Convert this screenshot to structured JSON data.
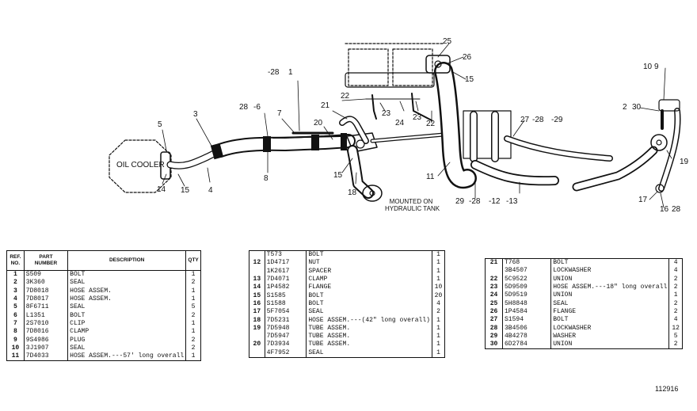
{
  "diagram": {
    "callouts": [
      {
        "id": "c5",
        "text": "5"
      },
      {
        "id": "c3",
        "text": "3"
      },
      {
        "id": "c14",
        "text": "14"
      },
      {
        "id": "c15a",
        "text": "15"
      },
      {
        "id": "c4",
        "text": "4"
      },
      {
        "id": "c28a",
        "text": "28"
      },
      {
        "id": "c6",
        "text": "-6"
      },
      {
        "id": "c8",
        "text": "8"
      },
      {
        "id": "c28b",
        "text": "-28"
      },
      {
        "id": "c1",
        "text": "1"
      },
      {
        "id": "c7",
        "text": "7"
      },
      {
        "id": "c20",
        "text": "20"
      },
      {
        "id": "c21",
        "text": "21"
      },
      {
        "id": "c22a",
        "text": "22"
      },
      {
        "id": "c15b",
        "text": "15"
      },
      {
        "id": "c18",
        "text": "18"
      },
      {
        "id": "c23a",
        "text": "23"
      },
      {
        "id": "c24",
        "text": "24"
      },
      {
        "id": "c23b",
        "text": "23"
      },
      {
        "id": "c22b",
        "text": "22"
      },
      {
        "id": "c25",
        "text": "25"
      },
      {
        "id": "c26",
        "text": "26"
      },
      {
        "id": "c15c",
        "text": "15"
      },
      {
        "id": "c11",
        "text": "11"
      },
      {
        "id": "c27",
        "text": "27"
      },
      {
        "id": "c28c",
        "text": "-28"
      },
      {
        "id": "c29a",
        "text": "-29"
      },
      {
        "id": "c29b",
        "text": "29"
      },
      {
        "id": "c28d",
        "text": "-28"
      },
      {
        "id": "c12",
        "text": "-12"
      },
      {
        "id": "c13",
        "text": "-13"
      },
      {
        "id": "c10",
        "text": "10"
      },
      {
        "id": "c9",
        "text": "9"
      },
      {
        "id": "c2",
        "text": "2"
      },
      {
        "id": "c30",
        "text": "30"
      },
      {
        "id": "c19",
        "text": "19"
      },
      {
        "id": "c17",
        "text": "17"
      },
      {
        "id": "c16",
        "text": "16"
      },
      {
        "id": "c28e",
        "text": "28"
      }
    ],
    "oil_cooler_label": "OIL COOLER",
    "mounted_label_1": "MOUNTED ON",
    "mounted_label_2": "HYDRAULIC TANK",
    "figure_number": "112916"
  },
  "tables": {
    "header": {
      "ref_1": "REF.",
      "ref_2": "NO.",
      "part_1": "PART",
      "part_2": "NUMBER",
      "description": "DESCRIPTION",
      "qty": "QTY"
    },
    "table1": [
      {
        "ref": "1",
        "part": "S509",
        "desc": "BOLT",
        "qty": "1"
      },
      {
        "ref": "2",
        "part": "3K360",
        "desc": "SEAL",
        "qty": "2"
      },
      {
        "ref": "3",
        "part": "7D8018",
        "desc": "HOSE ASSEM.",
        "qty": "1"
      },
      {
        "ref": "4",
        "part": "7D8017",
        "desc": "HOSE ASSEM.",
        "qty": "1"
      },
      {
        "ref": "5",
        "part": "8F6711",
        "desc": "SEAL",
        "qty": "5"
      },
      {
        "ref": "6",
        "part": "L1351",
        "desc": "BOLT",
        "qty": "2"
      },
      {
        "ref": "7",
        "part": "2S7010",
        "desc": "CLIP",
        "qty": "1"
      },
      {
        "ref": "8",
        "part": "7D8016",
        "desc": "CLAMP",
        "qty": "1"
      },
      {
        "ref": "9",
        "part": "9S4986",
        "desc": "PLUG",
        "qty": "2"
      },
      {
        "ref": "10",
        "part": "3J1907",
        "desc": "SEAL",
        "qty": "2"
      },
      {
        "ref": "11",
        "part": "7D4033",
        "desc": "HOSE ASSEM.---57' long overall",
        "qty": "1"
      }
    ],
    "table2": [
      {
        "ref": "",
        "part": "T573",
        "desc": "BOLT",
        "qty": "1"
      },
      {
        "ref": "12",
        "part": "1D4717",
        "desc": "NUT",
        "qty": "1"
      },
      {
        "ref": "",
        "part": "1K2617",
        "desc": "SPACER",
        "qty": "1"
      },
      {
        "ref": "13",
        "part": "7D4071",
        "desc": "CLAMP",
        "qty": "1"
      },
      {
        "ref": "14",
        "part": "1P4582",
        "desc": "FLANGE",
        "qty": "10"
      },
      {
        "ref": "15",
        "part": "S1585",
        "desc": "BOLT",
        "qty": "20"
      },
      {
        "ref": "16",
        "part": "S1588",
        "desc": "BOLT",
        "qty": "4"
      },
      {
        "ref": "17",
        "part": "5F7054",
        "desc": "SEAL",
        "qty": "2"
      },
      {
        "ref": "18",
        "part": "7D5231",
        "desc": "HOSE ASSEM.---(42\" long overall)",
        "qty": "1"
      },
      {
        "ref": "19",
        "part": "7D5948",
        "desc": "TUBE ASSEM.",
        "qty": "1"
      },
      {
        "ref": "",
        "part": "7D5947",
        "desc": "TUBE ASSEM.",
        "qty": "1"
      },
      {
        "ref": "20",
        "part": "7D3934",
        "desc": "TUBE ASSEM.",
        "qty": "1"
      },
      {
        "ref": "",
        "part": "4F7952",
        "desc": "SEAL",
        "qty": "1"
      }
    ],
    "table3": [
      {
        "ref": "21",
        "part": "T768",
        "desc": "BOLT",
        "qty": "4"
      },
      {
        "ref": "",
        "part": "3B4507",
        "desc": "LOCKWASHER",
        "qty": "4"
      },
      {
        "ref": "22",
        "part": "5C9522",
        "desc": "UNION",
        "qty": "2"
      },
      {
        "ref": "23",
        "part": "5D9509",
        "desc": "HOSE ASSEM.---18\" long overall",
        "qty": "2"
      },
      {
        "ref": "24",
        "part": "5D9519",
        "desc": "UNION",
        "qty": "1"
      },
      {
        "ref": "25",
        "part": "5H8848",
        "desc": "SEAL",
        "qty": "2"
      },
      {
        "ref": "26",
        "part": "1P4584",
        "desc": "FLANGE",
        "qty": "2"
      },
      {
        "ref": "27",
        "part": "S1594",
        "desc": "BOLT",
        "qty": "4"
      },
      {
        "ref": "28",
        "part": "3B4506",
        "desc": "LOCKWASHER",
        "qty": "12"
      },
      {
        "ref": "29",
        "part": "4B4278",
        "desc": "WASHER",
        "qty": "5"
      },
      {
        "ref": "30",
        "part": "6D2784",
        "desc": "UNION",
        "qty": "2"
      }
    ]
  }
}
